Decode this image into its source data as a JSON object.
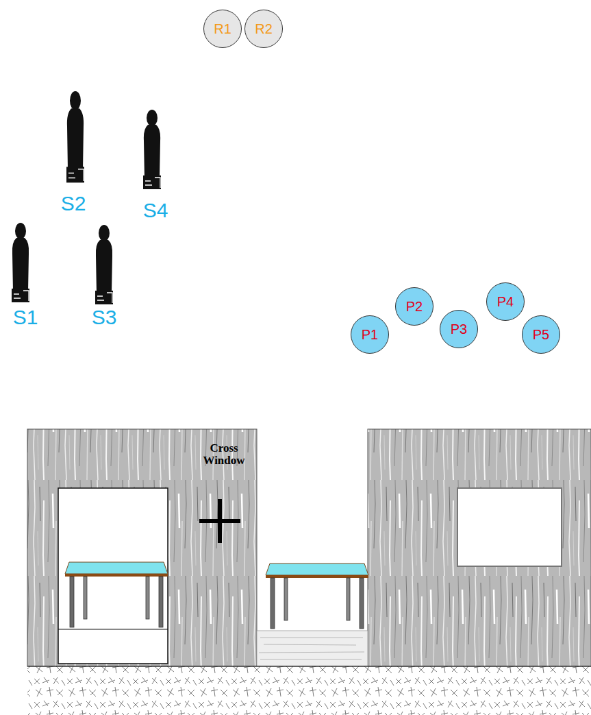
{
  "diagram": {
    "nodes": [
      {
        "text": [
          "R1"
        ]
      },
      {
        "text": [
          "R2"
        ]
      },
      {
        "text": [
          "P1"
        ]
      },
      {
        "text": [
          "P2"
        ]
      },
      {
        "text": [
          "P3"
        ]
      },
      {
        "text": [
          "P4"
        ]
      },
      {
        "text": [
          "P5"
        ]
      }
    ],
    "labels": [
      "S2",
      "S4",
      "S1",
      "S3",
      "Cross Window"
    ]
  }
}
